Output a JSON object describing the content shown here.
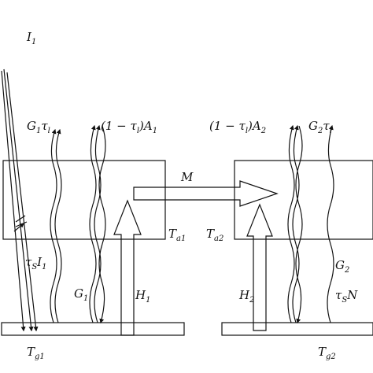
{
  "labels": {
    "I1": "I",
    "I1_sub": "1",
    "G1t": "G",
    "G1t_sub1": "1",
    "G1t_tau": "τ",
    "G1t_sub2": "l",
    "A1": "(1 − τ",
    "A1_sub1": "l",
    "A1_rest": ")A",
    "A1_sub2": "1",
    "A2": "(1 − τ",
    "A2_sub1": "l",
    "A2_rest": ")A",
    "A2_sub2": "2",
    "G2t": "G",
    "G2t_sub1": "2",
    "G2t_tau": "τ",
    "G2t_sub2": "l",
    "M": "M",
    "Ta1": "T",
    "Ta1_sub": "a1",
    "Ta2": "T",
    "Ta2_sub": "a2",
    "tsI1": "τ",
    "tsI1_sub": "S",
    "tsI1_I": "I",
    "tsI1_sub2": "1",
    "G1": "G",
    "G1_sub": "1",
    "H1": "H",
    "H1_sub": "1",
    "H2": "H",
    "H2_sub": "2",
    "G2": "G",
    "G2_sub": "2",
    "tsN": "τ",
    "tsN_sub": "S",
    "tsN_rest": "N",
    "Tg1": "T",
    "Tg1_sub": "g1",
    "Tg2": "T",
    "Tg2_sub": "g2"
  },
  "colors": {
    "line": "#111111",
    "background": "#ffffff"
  }
}
